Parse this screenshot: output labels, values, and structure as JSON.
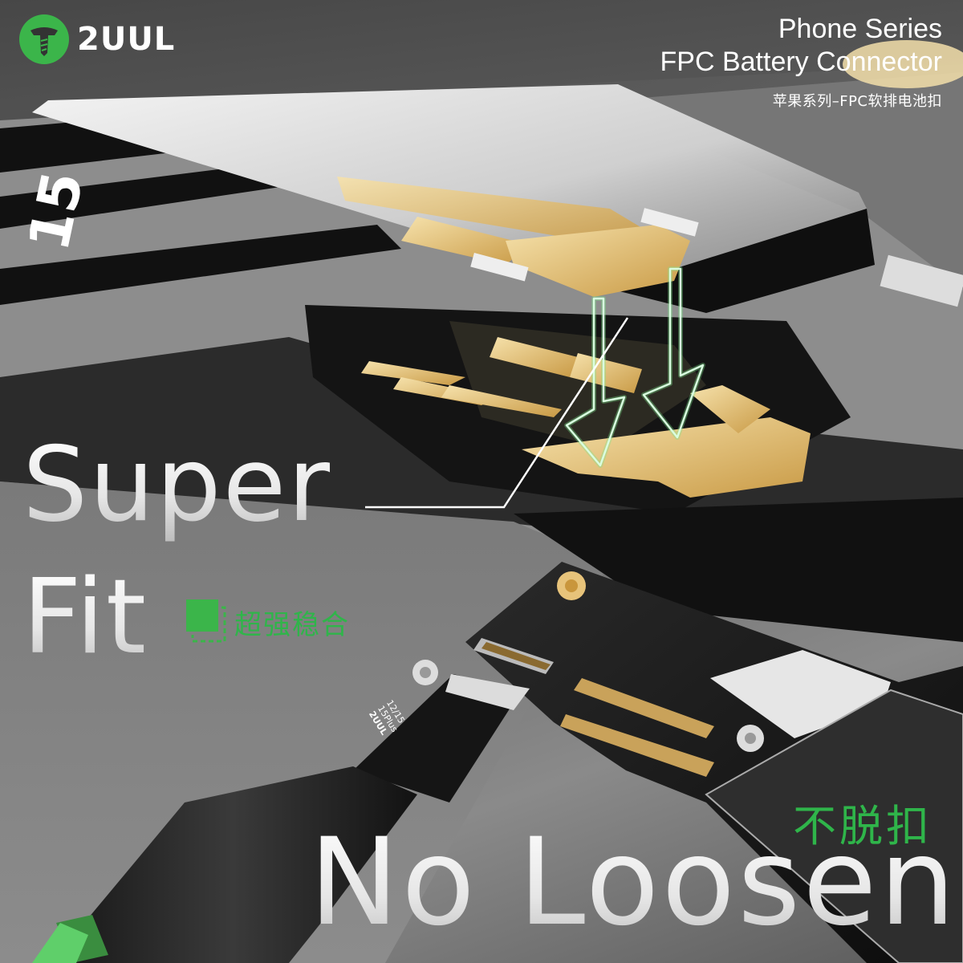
{
  "brand": {
    "name": "2UUL",
    "logo_icon": "screw-icon",
    "logo_color": "#3bb54a"
  },
  "header": {
    "line1": "Phone Series",
    "line2": "FPC Battery Connector",
    "subtitle_cn": "苹果系列–FPC软排电池扣"
  },
  "features": [
    {
      "title_line1": "Super",
      "title_line2": "Fit",
      "subtitle_cn": "超强稳合",
      "icon": "connector-fit-icon"
    },
    {
      "title": "No Loosen",
      "subtitle_cn": "不脱扣"
    }
  ],
  "product": {
    "cable_label_models": "12/15",
    "cable_label_variant": "15Plus",
    "cable_label_brand": "2UUL",
    "board_marking": "15"
  },
  "colors": {
    "accent_green": "#2fb54a",
    "gold": "#e3c27a",
    "board_black": "#151515",
    "background_gray": "#6a6a6a",
    "cable_green": "#5fcf6a"
  }
}
